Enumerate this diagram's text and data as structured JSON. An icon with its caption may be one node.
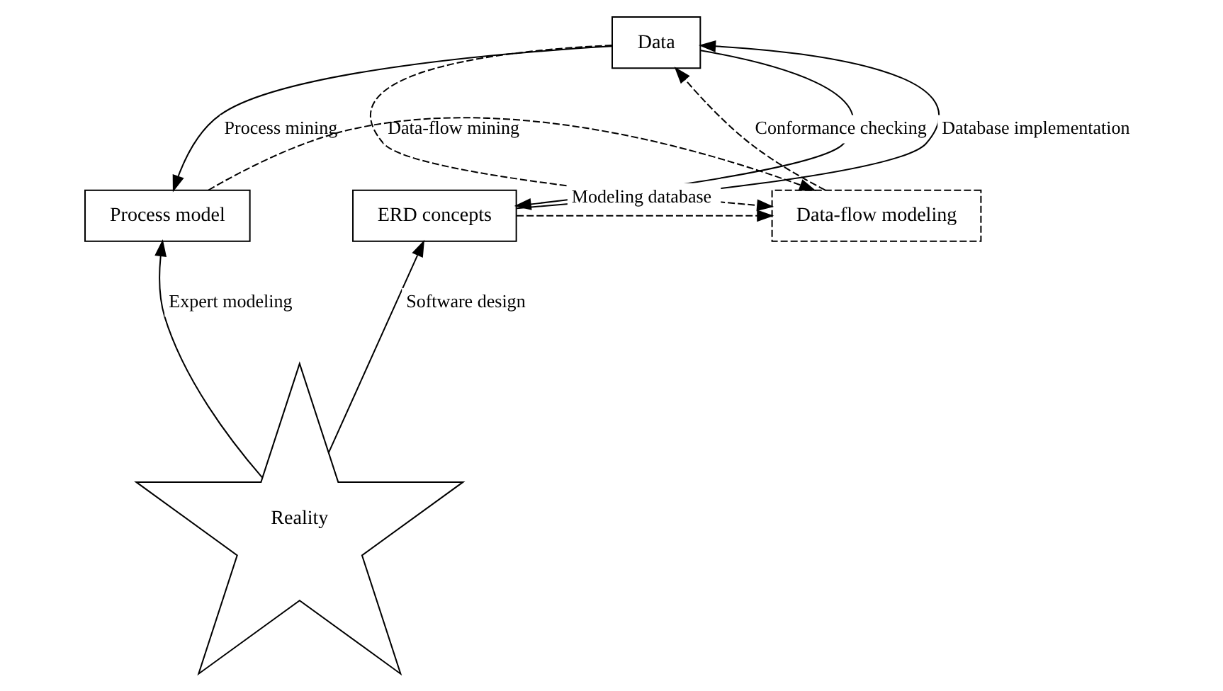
{
  "diagram": {
    "nodes": [
      {
        "text": [
          "Data"
        ]
      },
      {
        "text": [
          "Process model"
        ]
      },
      {
        "text": [
          "Data-flow modeling"
        ]
      },
      {
        "text": [
          "ERD concepts"
        ]
      },
      {
        "text": [
          "Reality"
        ]
      }
    ],
    "edges": [
      {
        "from": 0,
        "to": 1,
        "arrow": "to",
        "label": "Process mining"
      },
      {
        "from": 0,
        "to": 2,
        "arrow": "to",
        "label": "Data-flow mining",
        "style": "dashed"
      },
      {
        "from": 2,
        "to": 0,
        "arrow": "to",
        "label": "Conformance checking",
        "style": "dashed"
      },
      {
        "from": 0,
        "to": 3,
        "arrow": "to"
      },
      {
        "from": 3,
        "to": 0,
        "arrow": "to",
        "label": "Database implementation"
      },
      {
        "from": 1,
        "to": 2,
        "arrow": "to",
        "style": "dashed"
      },
      {
        "from": 3,
        "to": 2,
        "arrow": "to",
        "label": "Modeling database",
        "style": "dashed"
      },
      {
        "from": 4,
        "to": 1,
        "arrow": "to",
        "label": "Expert modeling"
      },
      {
        "from": 4,
        "to": 3,
        "arrow": "to",
        "label": "Software design"
      }
    ]
  }
}
